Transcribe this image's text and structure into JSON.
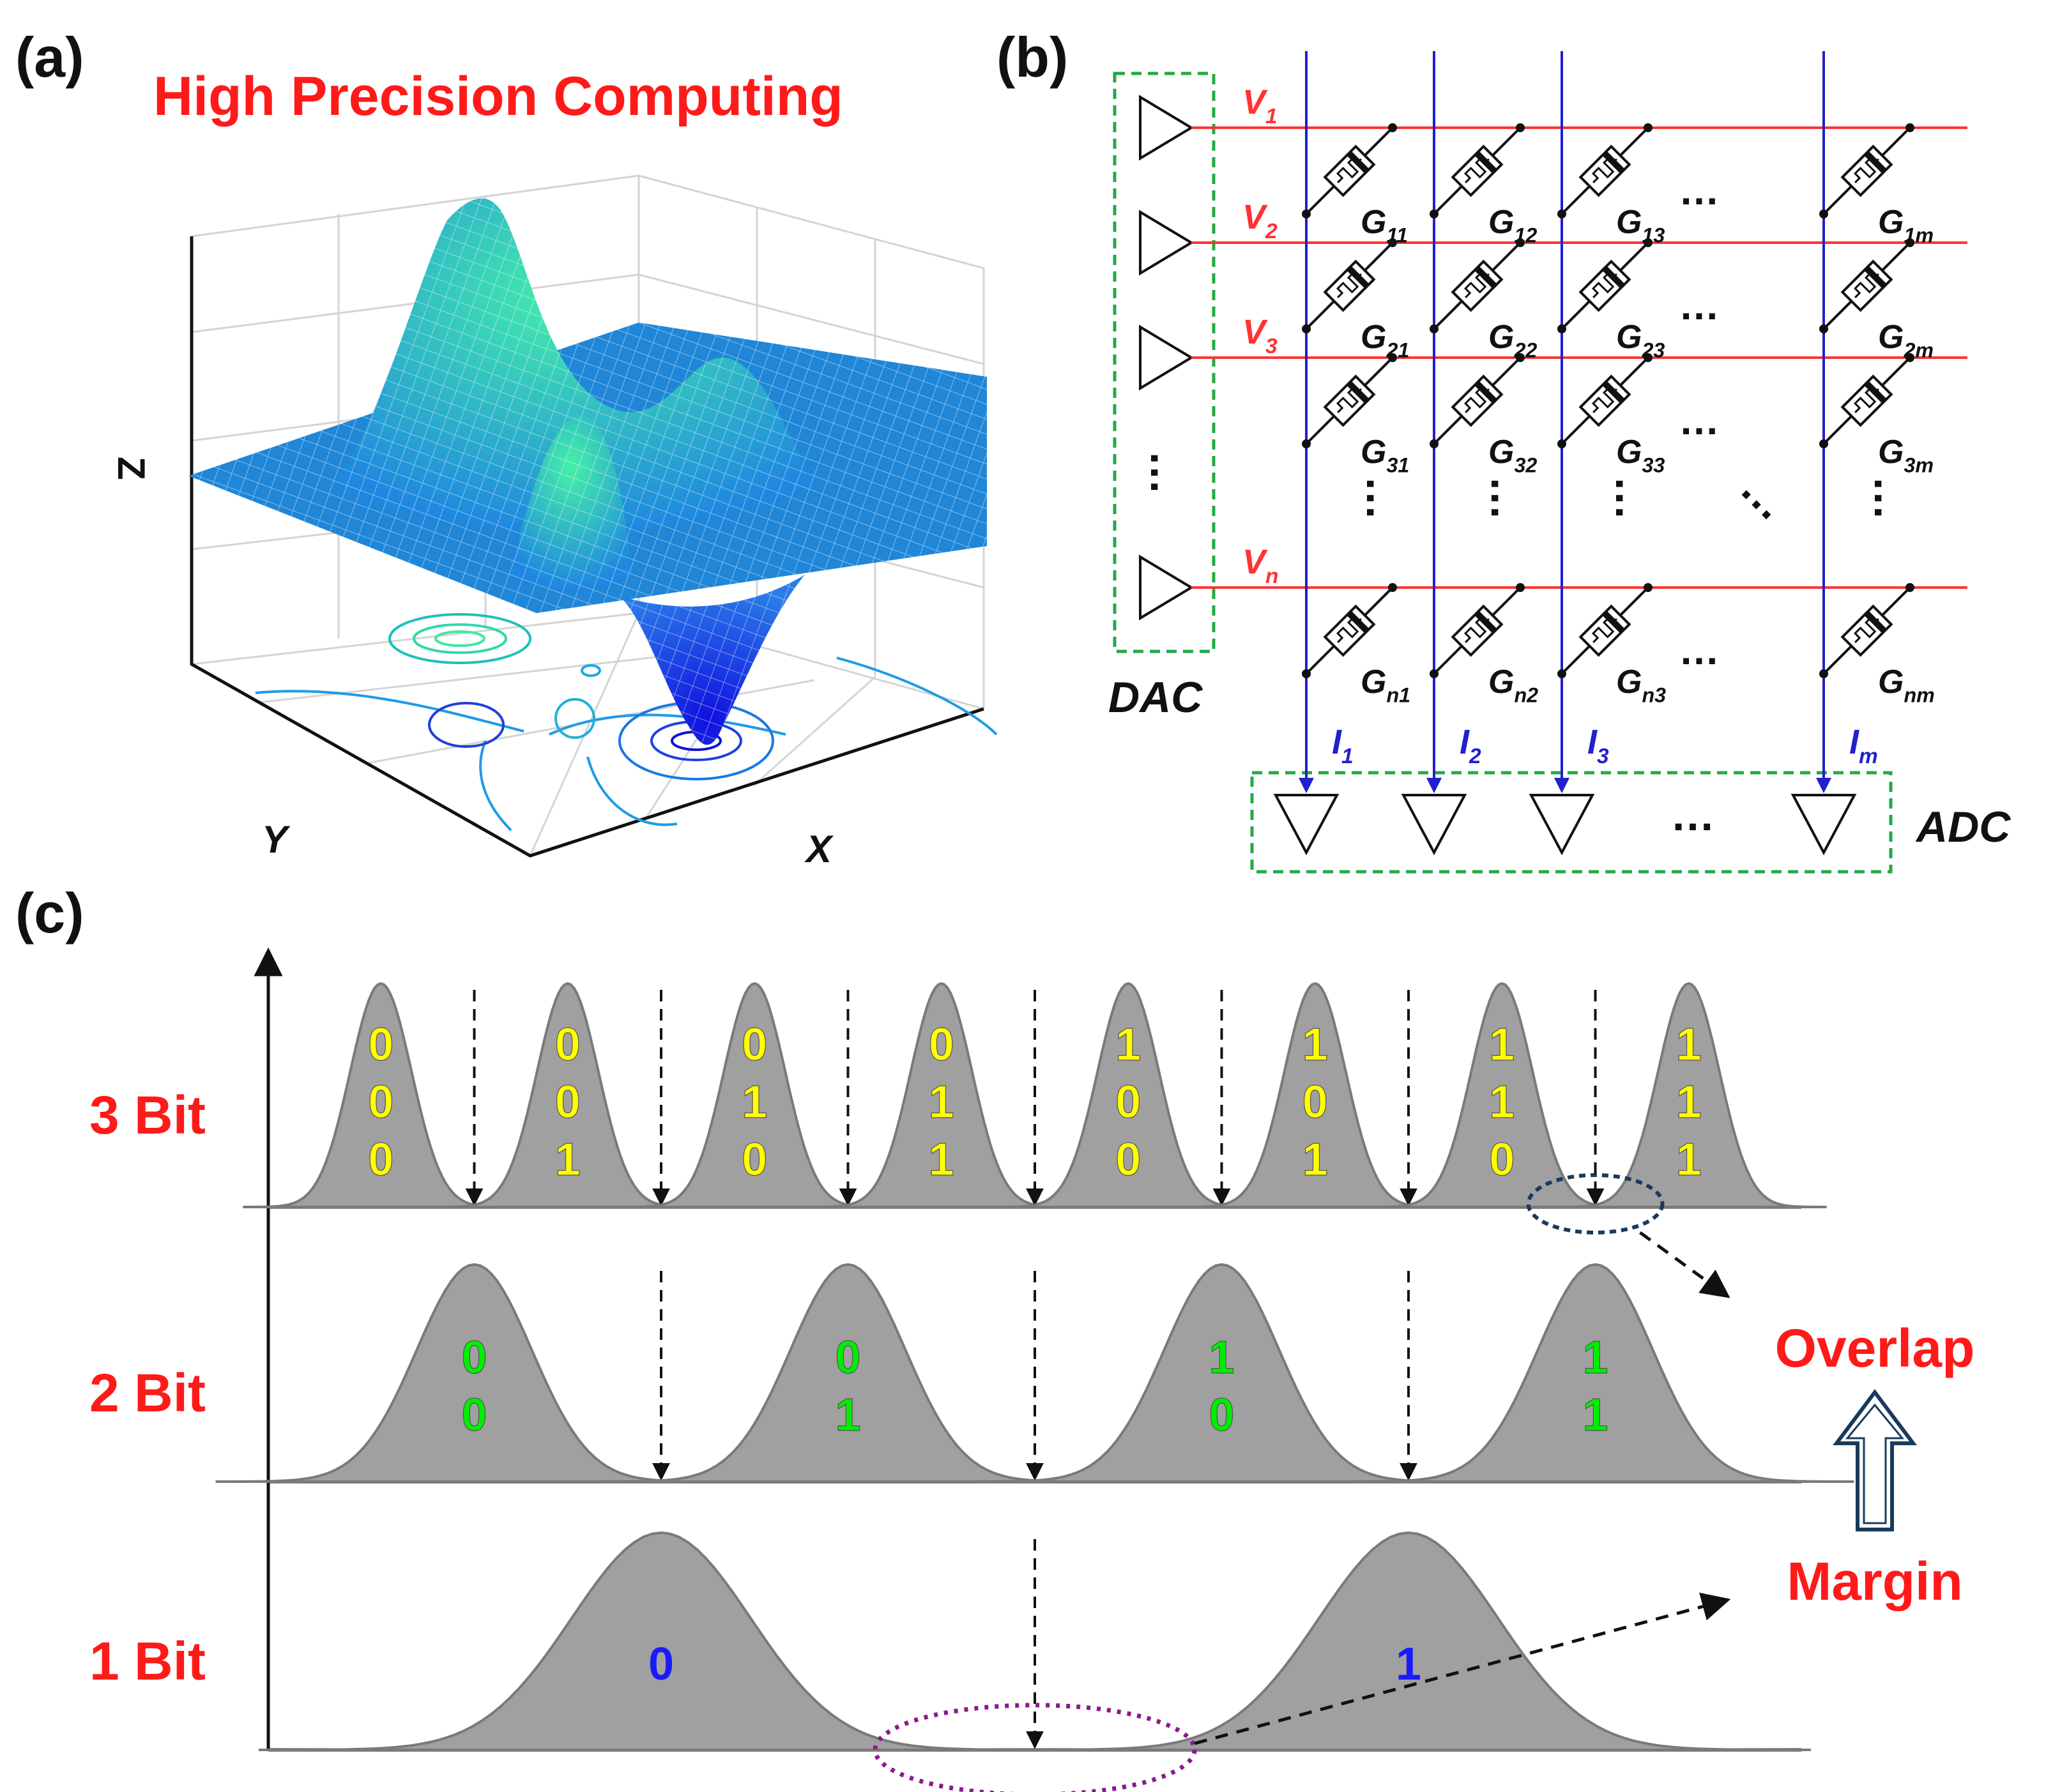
{
  "panel_a": {
    "label": "(a)",
    "title": "High Precision Computing",
    "axis_z": "Z",
    "axis_y": "Y",
    "axis_x": "X"
  },
  "panel_b": {
    "label": "(b)",
    "dac_label": "DAC",
    "adc_label": "ADC",
    "ellipsis": "…",
    "row_voltages": [
      {
        "base": "V",
        "sub": "1"
      },
      {
        "base": "V",
        "sub": "2"
      },
      {
        "base": "V",
        "sub": "3"
      },
      {
        "base": "V",
        "sub": "n"
      }
    ],
    "column_currents": [
      {
        "base": "I",
        "sub": "1"
      },
      {
        "base": "I",
        "sub": "2"
      },
      {
        "base": "I",
        "sub": "3"
      },
      {
        "base": "I",
        "sub": "m"
      }
    ],
    "conductances": [
      [
        {
          "base": "G",
          "sub": "11"
        },
        {
          "base": "G",
          "sub": "12"
        },
        {
          "base": "G",
          "sub": "13"
        },
        {
          "base": "G",
          "sub": "1m"
        }
      ],
      [
        {
          "base": "G",
          "sub": "21"
        },
        {
          "base": "G",
          "sub": "22"
        },
        {
          "base": "G",
          "sub": "23"
        },
        {
          "base": "G",
          "sub": "2m"
        }
      ],
      [
        {
          "base": "G",
          "sub": "31"
        },
        {
          "base": "G",
          "sub": "32"
        },
        {
          "base": "G",
          "sub": "33"
        },
        {
          "base": "G",
          "sub": "3m"
        }
      ],
      [
        {
          "base": "G",
          "sub": "n1"
        },
        {
          "base": "G",
          "sub": "n2"
        },
        {
          "base": "G",
          "sub": "n3"
        },
        {
          "base": "G",
          "sub": "nm"
        }
      ]
    ]
  },
  "panel_c": {
    "label": "(c)",
    "rows": [
      {
        "label": "3 Bit",
        "codes": [
          "000",
          "001",
          "010",
          "011",
          "100",
          "101",
          "110",
          "111"
        ],
        "code_color": "#ffff00"
      },
      {
        "label": "2 Bit",
        "codes": [
          "00",
          "01",
          "10",
          "11"
        ],
        "code_color": "#00ee00"
      },
      {
        "label": "1 Bit",
        "codes": [
          "0",
          "1"
        ],
        "code_color": "#1a1aff"
      }
    ],
    "overlap_label": "Overlap",
    "margin_label": "Margin"
  },
  "colors": {
    "accent_red": "#ff1a1a",
    "voltage_line": "#ff3333",
    "current_line": "#2020cc",
    "dashed_box": "#22aa44",
    "peak_fill": "#a0a0a0",
    "overlap_ellipse": "#1a3a5c",
    "margin_ellipse": "#8b1a8b"
  }
}
